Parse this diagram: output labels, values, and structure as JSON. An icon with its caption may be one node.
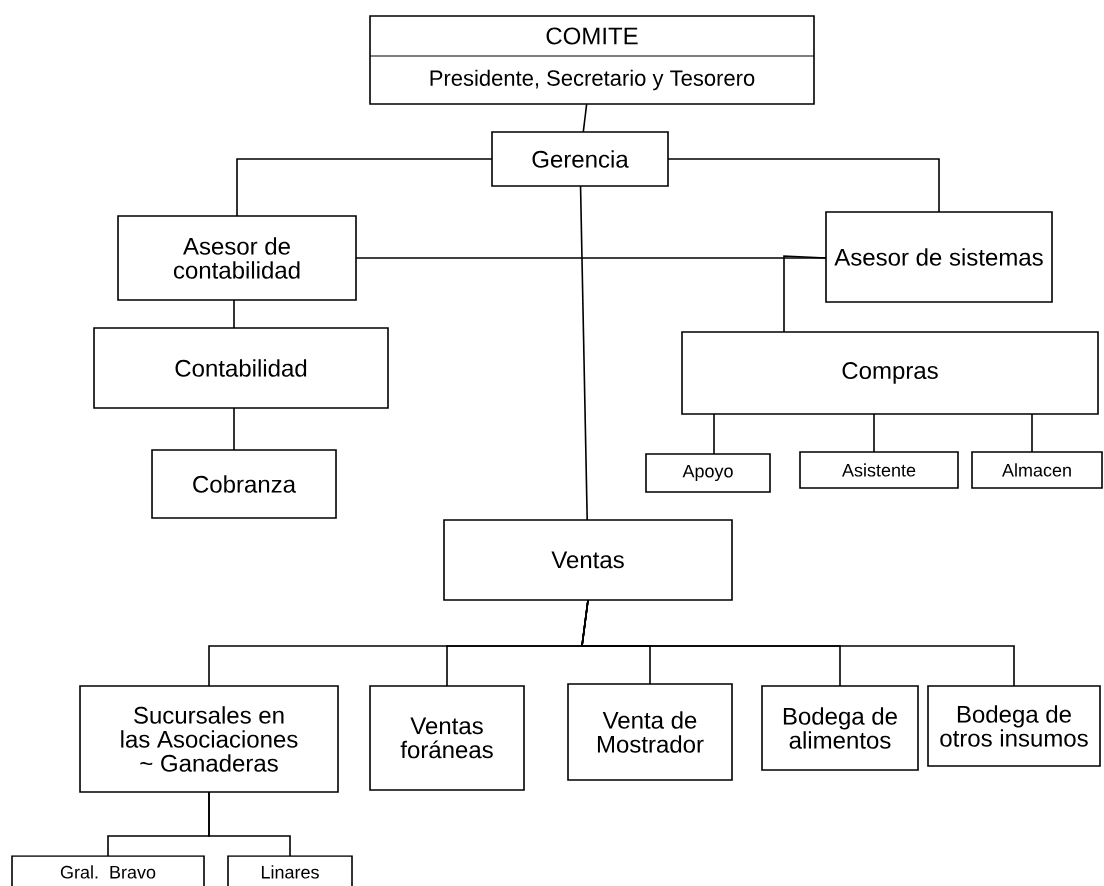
{
  "diagram": {
    "nodes": [
      {
        "text": [
          "COMITE",
          "Presidente, Secretario y Tesorero"
        ]
      },
      {
        "text": [
          "Gerencia"
        ]
      },
      {
        "text": [
          "Asesor de contabilidad"
        ]
      },
      {
        "text": [
          "Asesor de sistemas"
        ]
      },
      {
        "text": [
          "Contabilidad"
        ]
      },
      {
        "text": [
          "Cobranza"
        ]
      },
      {
        "text": [
          "Compras"
        ]
      },
      {
        "text": [
          "Apoyo"
        ]
      },
      {
        "text": [
          "Asistente"
        ]
      },
      {
        "text": [
          "Almacen"
        ]
      },
      {
        "text": [
          "Ventas"
        ]
      },
      {
        "text": [
          "Sucursales en las Asociaciones ~ Ganaderas"
        ]
      },
      {
        "text": [
          "Ventas foráneas"
        ]
      },
      {
        "text": [
          "Venta de Mostrador"
        ]
      },
      {
        "text": [
          "Bodega de alimentos"
        ]
      },
      {
        "text": [
          "Bodega de otros insumos"
        ]
      },
      {
        "text": [
          "Gral. Bravo"
        ]
      },
      {
        "text": [
          "Linares"
        ]
      }
    ],
    "edges": [
      {
        "from": 0,
        "to": 1,
        "arrow": "none"
      },
      {
        "from": 1,
        "to": 2,
        "arrow": "none"
      },
      {
        "from": 1,
        "to": 3,
        "arrow": "none"
      },
      {
        "from": 1,
        "to": 10,
        "arrow": "none"
      },
      {
        "from": 2,
        "to": 3,
        "arrow": "none"
      },
      {
        "from": 3,
        "to": 6,
        "arrow": "none"
      },
      {
        "from": 2,
        "to": 4,
        "arrow": "none"
      },
      {
        "from": 4,
        "to": 5,
        "arrow": "none"
      },
      {
        "from": 6,
        "to": 7,
        "arrow": "none"
      },
      {
        "from": 6,
        "to": 8,
        "arrow": "none"
      },
      {
        "from": 6,
        "to": 9,
        "arrow": "none"
      },
      {
        "from": 10,
        "to": 11,
        "arrow": "none"
      },
      {
        "from": 10,
        "to": 12,
        "arrow": "none"
      },
      {
        "from": 10,
        "to": 13,
        "arrow": "none"
      },
      {
        "from": 10,
        "to": 14,
        "arrow": "none"
      },
      {
        "from": 10,
        "to": 15,
        "arrow": "none"
      },
      {
        "from": 11,
        "to": 16,
        "arrow": "none"
      },
      {
        "from": 11,
        "to": 17,
        "arrow": "none"
      }
    ]
  }
}
